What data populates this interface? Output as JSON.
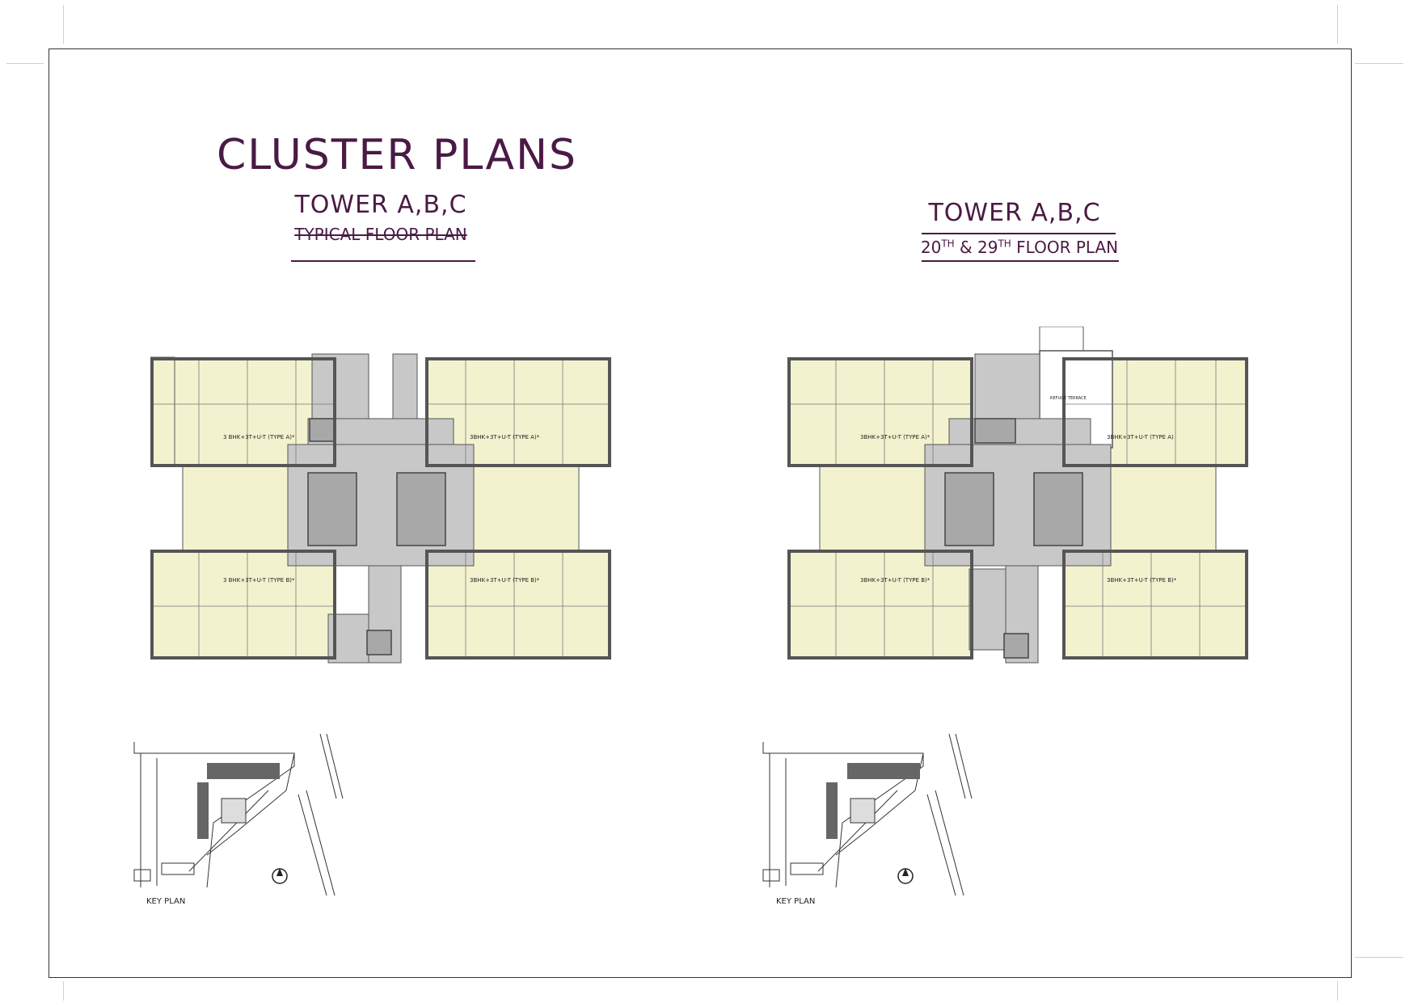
{
  "page": {
    "title": "CLUSTER PLANS"
  },
  "left_plan": {
    "tower": "TOWER A,B,C",
    "subtitle": "TYPICAL FLOOR PLAN",
    "units": [
      "3 BHK+3T+U-T (TYPE A)*",
      "3BHK+3T+U-T (TYPE A)*",
      "3 BHK+3T+U-T (TYPE B)*",
      "3BHK+3T+U-T (TYPE B)*"
    ],
    "key_plan_label": "KEY PLAN"
  },
  "right_plan": {
    "tower": "TOWER A,B,C",
    "floor_a": "20",
    "floor_a_sup": "TH",
    "floor_join": "& 29",
    "floor_b_sup": "TH",
    "floor_tail": "FLOOR PLAN",
    "refuge_label": "REFUGE TERRACE",
    "units": [
      "3BHK+3T+U-T (TYPE A)*",
      "3BHK+3T+U-T (TYPE A)",
      "3BHK+3T+U-T (TYPE B)*",
      "3BHK+3T+U-T (TYPE B)*"
    ],
    "key_plan_label": "KEY PLAN"
  },
  "colors": {
    "accent": "#4a1a45",
    "unit_fill": "#f3f2cf",
    "core_fill": "#c8c8c8",
    "wall": "#555555"
  }
}
